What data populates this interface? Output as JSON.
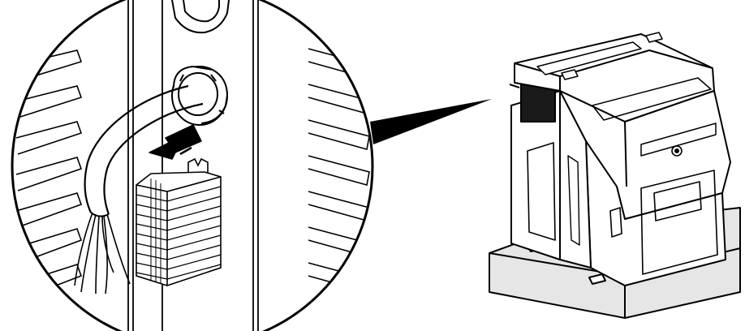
{
  "figure": {
    "type": "technical-line-illustration",
    "parts": [
      "detail-magnifier-circle",
      "cable-gland-nut",
      "cable",
      "insertion-arrow",
      "terminal-block",
      "enclosure-cabinet",
      "pedestal-base"
    ],
    "colors": {
      "line": "#000000",
      "background": "#ffffff",
      "base-fill": "#e6e6e6",
      "vent-fill": "#1a1a1a"
    }
  }
}
